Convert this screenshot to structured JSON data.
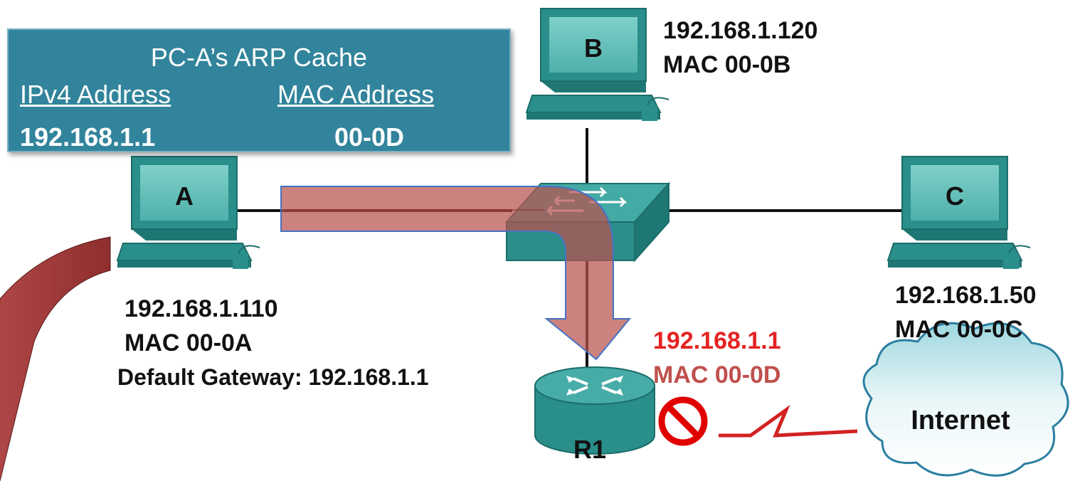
{
  "arp_cache": {
    "title": "PC-A’s ARP Cache",
    "col_ipv4": "IPv4 Address",
    "col_mac": "MAC Address",
    "ipv4": "192.168.1.1",
    "mac": "00-0D"
  },
  "pc_a": {
    "letter": "A",
    "ip": "192.168.1.110",
    "mac": "MAC 00-0A",
    "gateway": "Default Gateway: 192.168.1.1"
  },
  "pc_b": {
    "letter": "B",
    "ip": "192.168.1.120",
    "mac": "MAC 00-0B"
  },
  "pc_c": {
    "letter": "C",
    "ip": "192.168.1.50",
    "mac": "MAC 00-0C"
  },
  "router": {
    "name": "R1",
    "ip": "192.168.1.1",
    "mac": "MAC 00-0D"
  },
  "cloud": {
    "label": "Internet"
  },
  "colors": {
    "arp_box": "#31849b",
    "pc_screen": "#5dbcb6",
    "device_body": "#2a8e8a",
    "arrow_fill": "#b9524d",
    "router_ip": "#e52222",
    "router_mac": "#c0504d",
    "wan_link": "#d22222",
    "block_sign": "#e00000"
  }
}
